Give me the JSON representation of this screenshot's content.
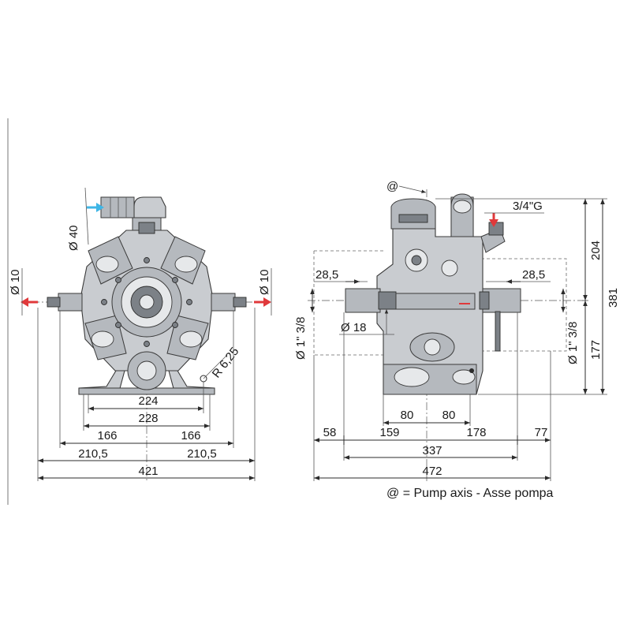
{
  "front_view": {
    "inlet_diameter": "Ø 40",
    "left_outlet_diameter": "Ø 10",
    "right_outlet_diameter": "Ø 10",
    "mount_radius": "R 6,25",
    "dim_224": "224",
    "dim_228": "228",
    "dim_166_left": "166",
    "dim_166_right": "166",
    "dim_210_left": "210,5",
    "dim_210_right": "210,5",
    "dim_421": "421"
  },
  "side_view": {
    "axis_symbol": "@",
    "thread_label": "3/4\"G",
    "dim_28_left": "28,5",
    "dim_28_right": "28,5",
    "shaft_diameter": "Ø 18",
    "left_port": "Ø 1\" 3/8",
    "right_port": "Ø 1\" 3/8",
    "dim_204": "204",
    "dim_381": "381",
    "dim_177": "177",
    "dim_80_left": "80",
    "dim_80_right": "80",
    "dim_58": "58",
    "dim_159": "159",
    "dim_178": "178",
    "dim_77": "77",
    "dim_337": "337",
    "dim_472": "472"
  },
  "legend": "@ = Pump axis - Asse pompa",
  "colors": {
    "inlet_arrow": "#3fb6e6",
    "outlet_arrow": "#e0393b",
    "line": "#2b2b2b"
  }
}
